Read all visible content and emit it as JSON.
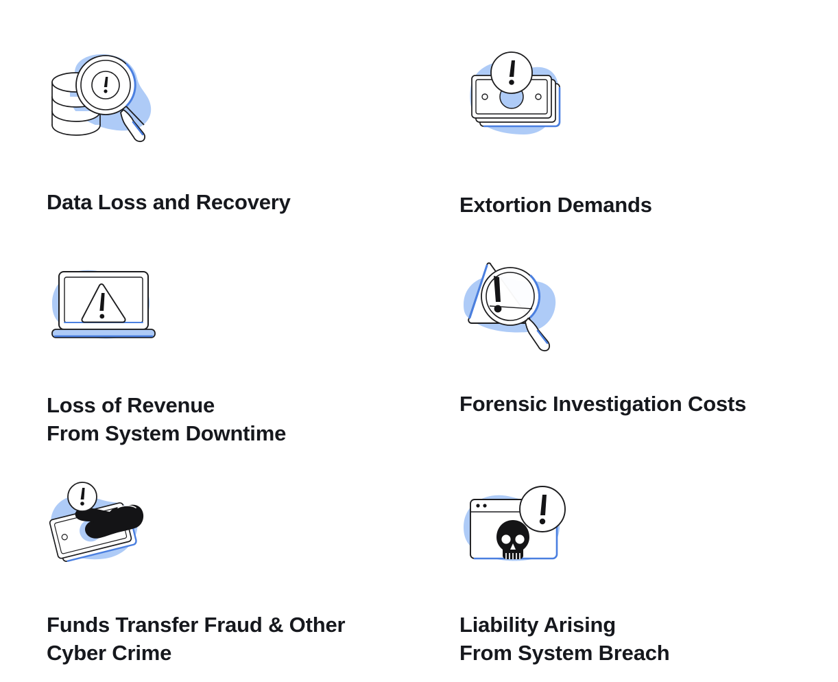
{
  "page": {
    "background": "#ffffff",
    "text_color": "#16181d",
    "blob_color": "#aecbf7",
    "accent_blue": "#4a7fe0",
    "stroke_color": "#1c1c1e",
    "dark_fill": "#141416"
  },
  "features": [
    {
      "id": "data-loss-and-recovery",
      "icon": "database-magnifier-alert-icon",
      "title": "Data Loss and Recovery"
    },
    {
      "id": "extortion-demands",
      "icon": "banknotes-alert-icon",
      "title": "Extortion Demands"
    },
    {
      "id": "loss-of-revenue-from-system-downtime",
      "icon": "laptop-warning-icon",
      "title": "Loss of Revenue\nFrom System Downtime"
    },
    {
      "id": "forensic-investigation-costs",
      "icon": "magnifier-warning-triangle-icon",
      "title": "Forensic Investigation Costs"
    },
    {
      "id": "funds-transfer-fraud-and-other-cyber-crime",
      "icon": "glove-stealing-money-icon",
      "title": "Funds Transfer Fraud & Other\nCyber Crime"
    },
    {
      "id": "liability-arising-from-system-breach",
      "icon": "browser-skull-alert-icon",
      "title": "Liability Arising\nFrom System Breach"
    }
  ]
}
